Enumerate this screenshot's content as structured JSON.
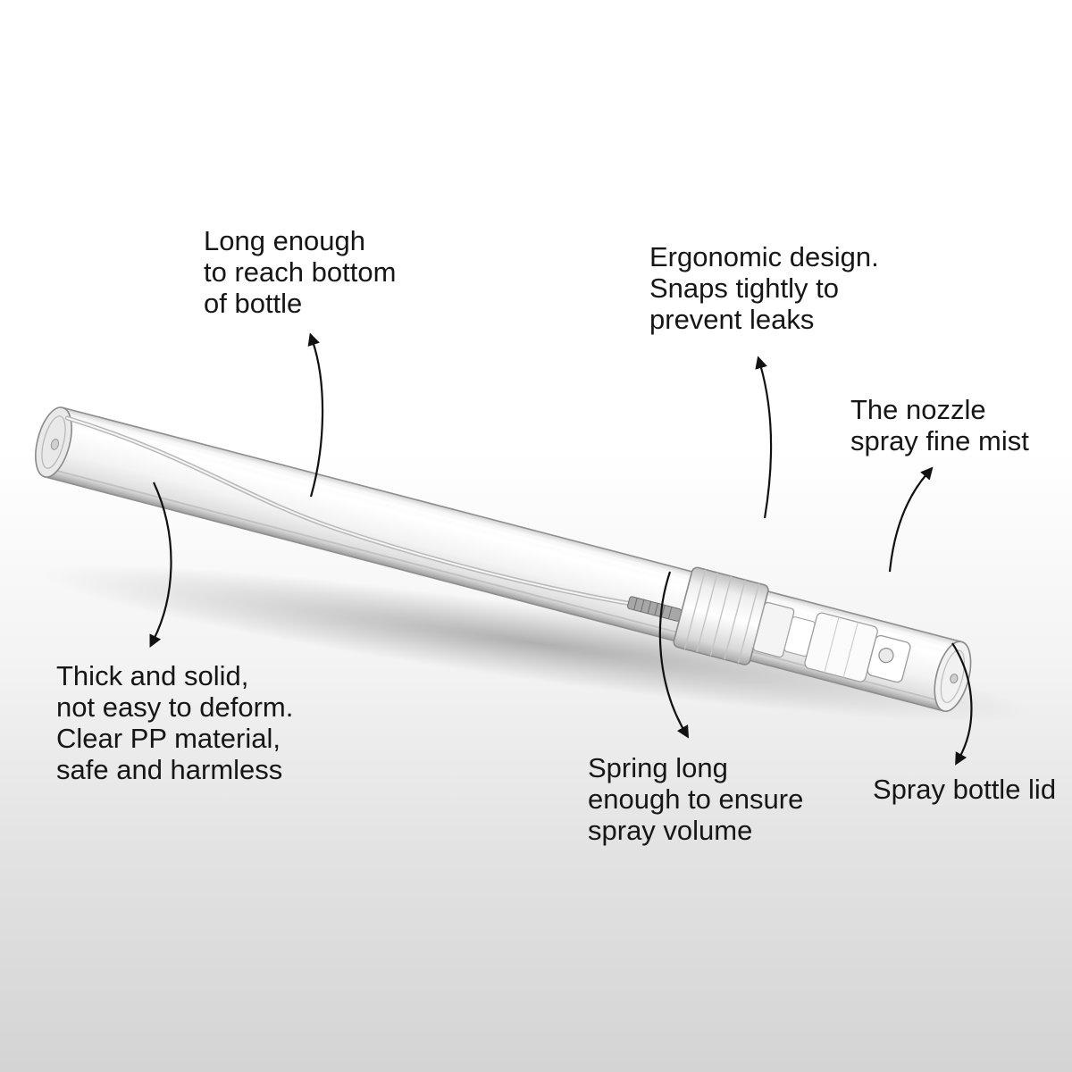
{
  "callouts": {
    "dip_tube": [
      "Long enough",
      "to reach bottom",
      "of bottle"
    ],
    "ergonomic": [
      "Ergonomic design.",
      "Snaps tightly to",
      "prevent leaks"
    ],
    "nozzle": [
      "The nozzle",
      "spray fine mist"
    ],
    "body": [
      "Thick and solid,",
      "not easy to deform.",
      "Clear PP material,",
      "safe and harmless"
    ],
    "spring": [
      "Spring long",
      "enough to ensure",
      "spray volume"
    ],
    "lid": [
      "Spray bottle lid"
    ]
  },
  "colors": {
    "text": "#161616",
    "arrow": "#111111",
    "background_top": "#ffffff",
    "background_bottom": "#d4d4d4"
  }
}
